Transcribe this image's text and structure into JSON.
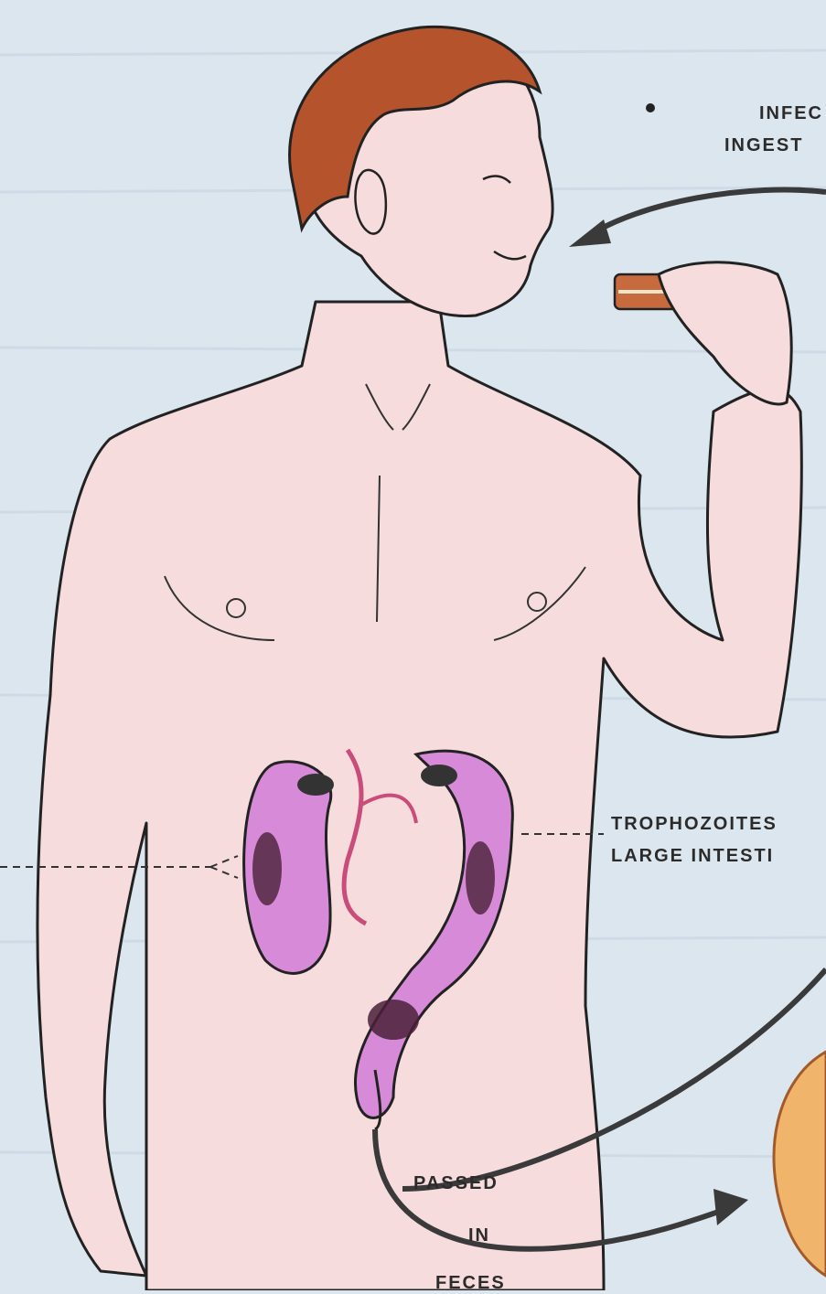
{
  "labels": {
    "infection_line1": "INFEC",
    "infection_line2": "INGEST",
    "trophozoites_line1": "TROPHOZOITES",
    "trophozoites_line2": "LARGE INTESTI",
    "passed": "PASSED",
    "in": "IN",
    "feces": "FECES"
  },
  "colors": {
    "background": "#dbe6ee",
    "skin": "#f6dcdc",
    "hair": "#b5542c",
    "intestine": "#d78ad8",
    "outline": "#222222",
    "arrow": "#3a3a3a"
  }
}
